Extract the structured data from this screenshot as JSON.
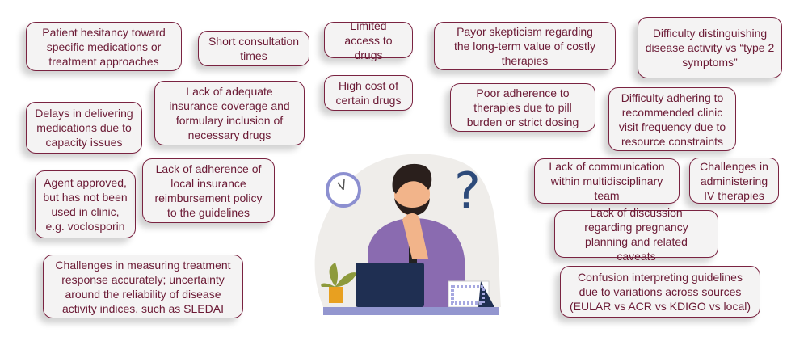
{
  "challenges": [
    "Patient hesitancy toward specific medications or treatment approaches",
    "Short consultation times",
    "Limited access to drugs",
    "Payor skepticism regarding the long-term value of costly therapies",
    "Difficulty distinguishing disease activity vs “type 2 symptoms”",
    "Lack of adequate insurance coverage and formulary inclusion of necessary drugs",
    "High cost of certain drugs",
    "Delays in delivering medications due to capacity issues",
    "Poor adherence to therapies due to pill burden or strict dosing",
    "Difficulty adhering to recommended clinic visit frequency due to resource constraints",
    "Agent approved, but has not been used in clinic, e.g. voclosporin",
    "Lack of adherence of local insurance reimbursement policy to the guidelines",
    "Lack of communication within multidisciplinary team",
    "Challenges in administering IV therapies",
    "Lack of discussion regarding pregnancy planning and related caveats",
    "Challenges in measuring treatment response accurately; uncertainty around the reliability of disease activity indices, such as SLEDAI",
    "Confusion interpreting guidelines due to variations across sources (EULAR vs ACR vs KDIGO vs local)"
  ],
  "colors": {
    "border": "#7a2341",
    "text": "#6b1a35",
    "fill": "#f4f3f3"
  }
}
